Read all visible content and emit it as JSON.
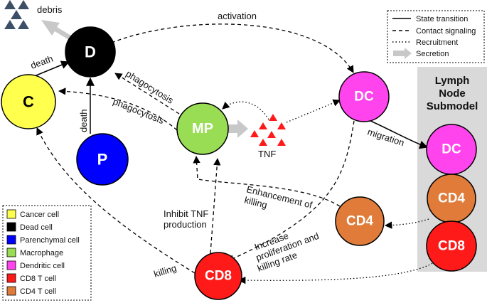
{
  "nodes": {
    "D": "D",
    "C": "C",
    "P": "P",
    "MP": "MP",
    "DC": "DC",
    "CD8": "CD8",
    "CD4": "CD4",
    "LN_DC": "DC",
    "LN_CD4": "CD4",
    "LN_CD8": "CD8"
  },
  "labels": {
    "debris": "debris",
    "activation": "activation",
    "death_c": "death",
    "death_p": "death",
    "phagocytosis_1": "phagocytosis",
    "phagocytosis_2": "phagocytosis",
    "tnf": "TNF",
    "migration": "migration",
    "enhancement_1": "Enhancement of",
    "enhancement_2": "killing",
    "inhibit_1": "Inhibit TNF",
    "inhibit_2": "production",
    "increase_1": "Increase",
    "increase_2": "proliferation and",
    "increase_3": "killing rate",
    "killing": "killing"
  },
  "lymph_node": {
    "title_1": "Lymph",
    "title_2": "Node",
    "title_3": "Submodel"
  },
  "edge_legend": [
    {
      "label": "State transition",
      "style": "solid"
    },
    {
      "label": "Contact signaling",
      "style": "dashed"
    },
    {
      "label": "Recruitment",
      "style": "dotted"
    },
    {
      "label": "Secretion",
      "style": "arrow"
    }
  ],
  "cell_legend": [
    {
      "label": "Cancer cell",
      "color": "#ffff4d"
    },
    {
      "label": "Dead cell",
      "color": "#000000"
    },
    {
      "label": "Parenchymal cell",
      "color": "#0000ff"
    },
    {
      "label": "Macrophage",
      "color": "#99dd55"
    },
    {
      "label": "Dendritic cell",
      "color": "#ff44ee"
    },
    {
      "label": "CD8 T cell",
      "color": "#ff1a1a"
    },
    {
      "label": "CD4 T cell",
      "color": "#e07b39"
    }
  ],
  "colors": {
    "cancer": "#ffff4d",
    "dead": "#000000",
    "parenchymal": "#0000ff",
    "macrophage": "#99dd55",
    "dendritic": "#ff44ee",
    "cd8": "#ff1a1a",
    "cd4": "#e07b39",
    "tnf": "#ff1a1a",
    "debris": "#3d4f66",
    "secretion_arrow": "#c8c8c8",
    "lymph_panel": "#d9d9d9"
  }
}
